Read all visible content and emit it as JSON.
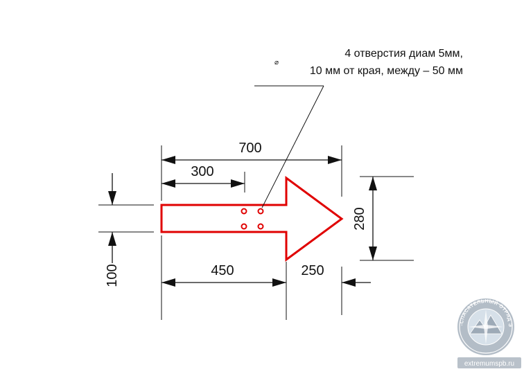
{
  "drawing": {
    "note": {
      "line1": "4 отверстия диам 5мм,",
      "line2": "10 мм от края, между – 50 мм",
      "diameter_symbol": "⌀"
    },
    "dimensions": {
      "overall_length": "700",
      "hole_offset": "300",
      "shaft_length": "450",
      "head_length": "250",
      "head_width": "280",
      "shaft_width": "100"
    },
    "watermark": {
      "url": "extremumspb.ru",
      "seal_text": "ПОИСКОВО-СПАСАТЕЛЬНЫЙ ОТРЯД ЭКСТРЕМУМ"
    },
    "colors": {
      "outline": "#e00000",
      "lines": "#111111",
      "seal": "#9aa7b5"
    }
  }
}
